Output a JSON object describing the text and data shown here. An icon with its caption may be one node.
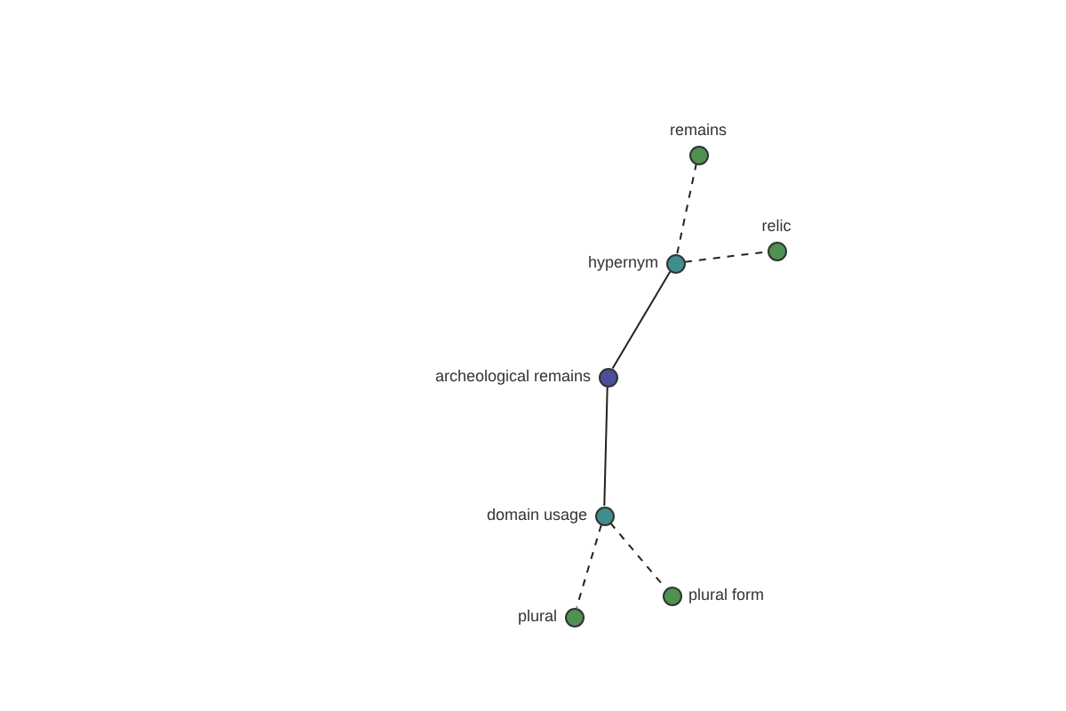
{
  "diagram": {
    "nodes": [
      {
        "text": [
          "remains"
        ]
      },
      {
        "text": [
          "relic"
        ]
      },
      {
        "text": [
          "hypernym"
        ]
      },
      {
        "text": [
          "archeological remains"
        ]
      },
      {
        "text": [
          "domain usage"
        ]
      },
      {
        "text": [
          "plural form"
        ]
      },
      {
        "text": [
          "plural"
        ]
      }
    ],
    "edges": [
      {
        "from": 2,
        "to": 0,
        "arrow": "none",
        "style": "dashed"
      },
      {
        "from": 2,
        "to": 1,
        "arrow": "none",
        "style": "dashed"
      },
      {
        "from": 3,
        "to": 2,
        "arrow": "none"
      },
      {
        "from": 3,
        "to": 4,
        "arrow": "none"
      },
      {
        "from": 4,
        "to": 5,
        "arrow": "none",
        "style": "dashed"
      },
      {
        "from": 4,
        "to": 6,
        "arrow": "none",
        "style": "dashed"
      }
    ]
  }
}
